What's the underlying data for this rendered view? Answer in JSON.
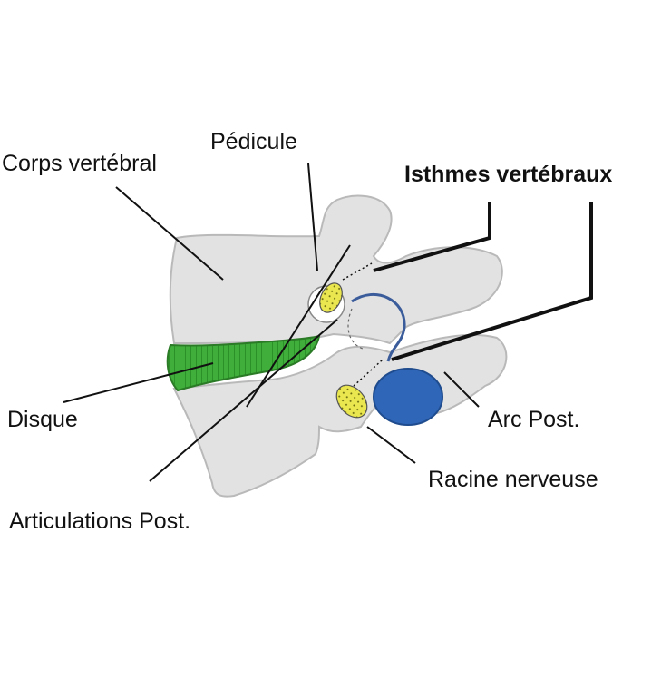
{
  "labels": {
    "corps": "Corps vertébral",
    "pedicule": "Pédicule",
    "isthmes": "Isthmes vertébraux",
    "disque": "Disque",
    "arc": "Arc Post.",
    "articulations": "Articulations Post.",
    "racine": "Racine nerveuse"
  },
  "colors": {
    "bone": "#e2e2e2",
    "bone_outline": "#b9b9b9",
    "disc": "#2f9a2b",
    "facet": "#e6e24a",
    "nerve": "#2f66b8",
    "line": "#111111"
  }
}
